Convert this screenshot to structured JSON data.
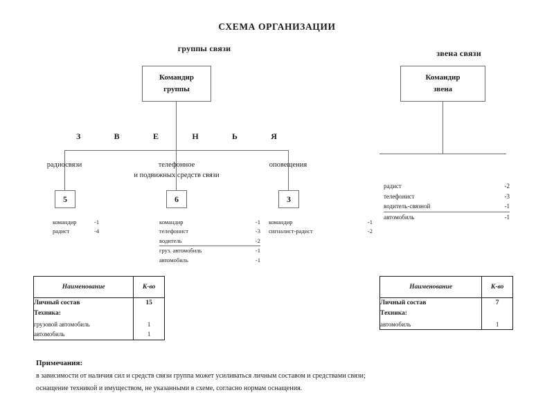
{
  "title": "СХЕМА  ОРГАНИЗАЦИИ",
  "sections": {
    "left_caption": "группы связи",
    "right_caption": "звена связи"
  },
  "boxes": {
    "commander_group_line1": "Командир",
    "commander_group_line2": "группы",
    "commander_link_line1": "Командир",
    "commander_link_line2": "звена"
  },
  "zvenya_letters": [
    "З",
    "В",
    "Е",
    "Н",
    "Ь",
    "Я"
  ],
  "branches": [
    {
      "label_line1": "радиосвязи",
      "label_line2": "",
      "count": "5",
      "staff": [
        {
          "name": "командир",
          "qty": "-1",
          "underline": false
        },
        {
          "name": "радист",
          "qty": "-4",
          "underline": false
        }
      ]
    },
    {
      "label_line1": "телефонное",
      "label_line2": "и подвижных средств связи",
      "count": "6",
      "staff": [
        {
          "name": "командир",
          "qty": "-1",
          "underline": false
        },
        {
          "name": "телефонист",
          "qty": "-3",
          "underline": false
        },
        {
          "name": "водитель",
          "qty": "-2",
          "underline": true
        },
        {
          "name": "груз. автомобиль",
          "qty": "-1",
          "underline": false
        },
        {
          "name": "автомобиль",
          "qty": "-1",
          "underline": false
        }
      ]
    },
    {
      "label_line1": "оповещения",
      "label_line2": "",
      "count": "3",
      "staff": [
        {
          "name": "командир",
          "qty": "-1",
          "underline": false
        },
        {
          "name": "сигналист-радист",
          "qty": "-2",
          "underline": false
        }
      ]
    }
  ],
  "link_staff": [
    {
      "name": "радист",
      "qty": "-2",
      "underline": false
    },
    {
      "name": "телефонист",
      "qty": "-3",
      "underline": false
    },
    {
      "name": "водитель-связной",
      "qty": "-1",
      "underline": true
    },
    {
      "name": "автомобиль",
      "qty": "-1",
      "underline": false
    }
  ],
  "table_left": {
    "header_name": "Наименование",
    "header_qty": "К-во",
    "rows": [
      {
        "name": "Личный состав",
        "qty": "15",
        "bold": true
      },
      {
        "name": "Техника:",
        "qty": "",
        "bold": true
      },
      {
        "name": "грузовой автомобиль",
        "qty": "1",
        "bold": false
      },
      {
        "name": "автомобиль",
        "qty": "1",
        "bold": false
      }
    ]
  },
  "table_right": {
    "header_name": "Наименование",
    "header_qty": "К-во",
    "rows": [
      {
        "name": "Личный состав",
        "qty": "7",
        "bold": true
      },
      {
        "name": "Техника:",
        "qty": "",
        "bold": true
      },
      {
        "name": "автомобиль",
        "qty": "1",
        "bold": false
      }
    ]
  },
  "notes": {
    "heading": "Примечания:",
    "line1": "в зависимости от наличия сил и средств связи группа может усиливаться личным составом и средствами связи;",
    "line2": "оснащение техникой и имуществом, не указанными в схеме, согласно нормам оснащения."
  },
  "colors": {
    "background": "#ffffff",
    "text": "#1a1a1a",
    "line": "#6d6d6d",
    "table_border": "#1a1a1a"
  }
}
